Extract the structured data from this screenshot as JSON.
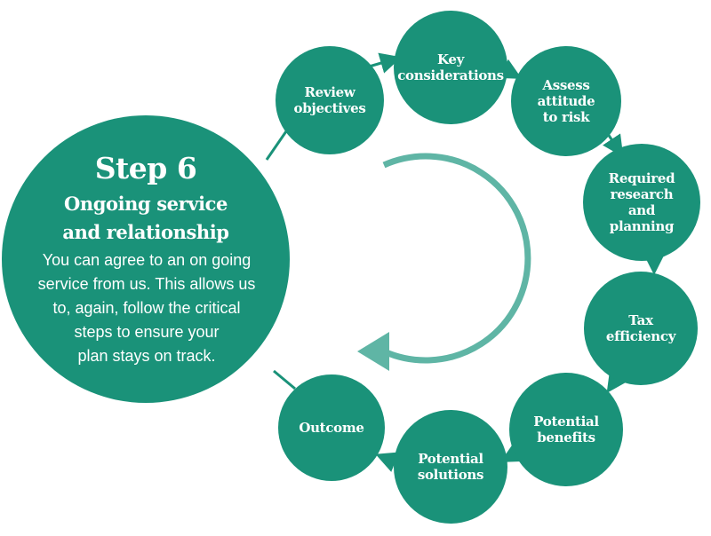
{
  "main": {
    "title": "Step 6",
    "subtitle": "Ongoing service\nand relationship",
    "body": "You can agree to an on going\nservice from us. This allows us\nto, again, follow  the critical\nsteps to ensure your\nplan stays on track."
  },
  "nodes": [
    {
      "label": "Review\nobjectives"
    },
    {
      "label": "Key\nconsiderations"
    },
    {
      "label": "Assess\nattitude\nto risk"
    },
    {
      "label": "Required\nresearch\nand\nplanning"
    },
    {
      "label": "Tax\nefficiency"
    },
    {
      "label": "Potential\nbenefits"
    },
    {
      "label": "Potential\nsolutions"
    },
    {
      "label": "Outcome"
    }
  ],
  "colors": {
    "node_fill": "#1a9279",
    "inner_arrow": "#5fb5a5",
    "text": "#ffffff"
  }
}
